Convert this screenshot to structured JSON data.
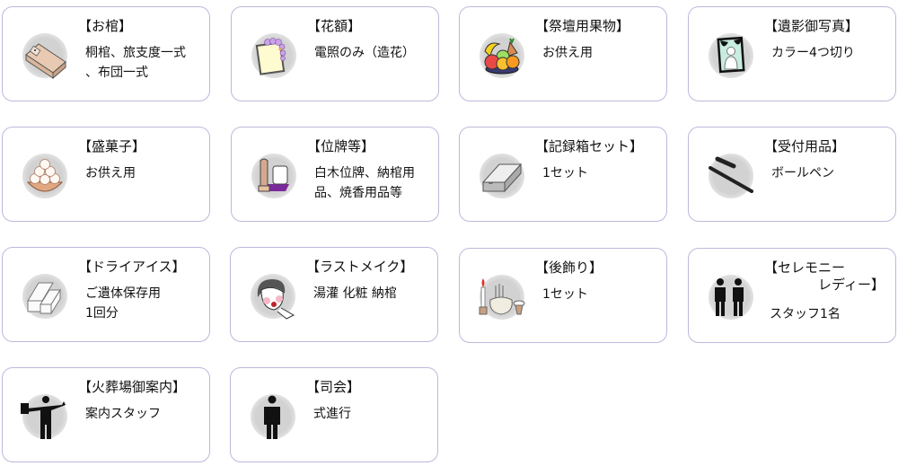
{
  "items": [
    {
      "title": "【お棺】",
      "desc": "桐棺、旅支度一式\n、布団一式",
      "icon": "coffin-icon"
    },
    {
      "title": "【花額】",
      "desc": "電照のみ（造花）",
      "icon": "flower-frame-icon"
    },
    {
      "title": "【祭壇用果物】",
      "desc": "お供え用",
      "icon": "fruit-basket-icon"
    },
    {
      "title": "【遺影御写真】",
      "desc": "カラー4つ切り",
      "icon": "portrait-photo-icon"
    },
    {
      "title": "【盛菓子】",
      "desc": "お供え用",
      "icon": "sweets-bowl-icon"
    },
    {
      "title": "【位牌等】",
      "desc": "白木位牌、納棺用\n品、焼香用品等",
      "icon": "memorial-tablet-icon"
    },
    {
      "title": "【記録箱セット】",
      "desc": "1セット",
      "icon": "record-box-icon"
    },
    {
      "title": "【受付用品】",
      "desc": "ボールペン",
      "icon": "pen-icon"
    },
    {
      "title": "【ドライアイス】",
      "desc": "ご遺体保存用\n1回分",
      "icon": "dry-ice-icon"
    },
    {
      "title": "【ラストメイク】",
      "desc": "湯灌 化粧 納棺",
      "icon": "makeup-face-icon"
    },
    {
      "title": "【後飾り】",
      "desc": "1セット",
      "icon": "altar-set-icon"
    },
    {
      "title": "【セレモニー\n　　　　レディー】",
      "desc": "スタッフ1名",
      "icon": "ceremony-ladies-icon"
    },
    {
      "title": "【火葬場御案内】",
      "desc": "案内スタッフ",
      "icon": "guide-person-icon"
    },
    {
      "title": "【司会】",
      "desc": "式進行",
      "icon": "mc-person-icon"
    }
  ]
}
